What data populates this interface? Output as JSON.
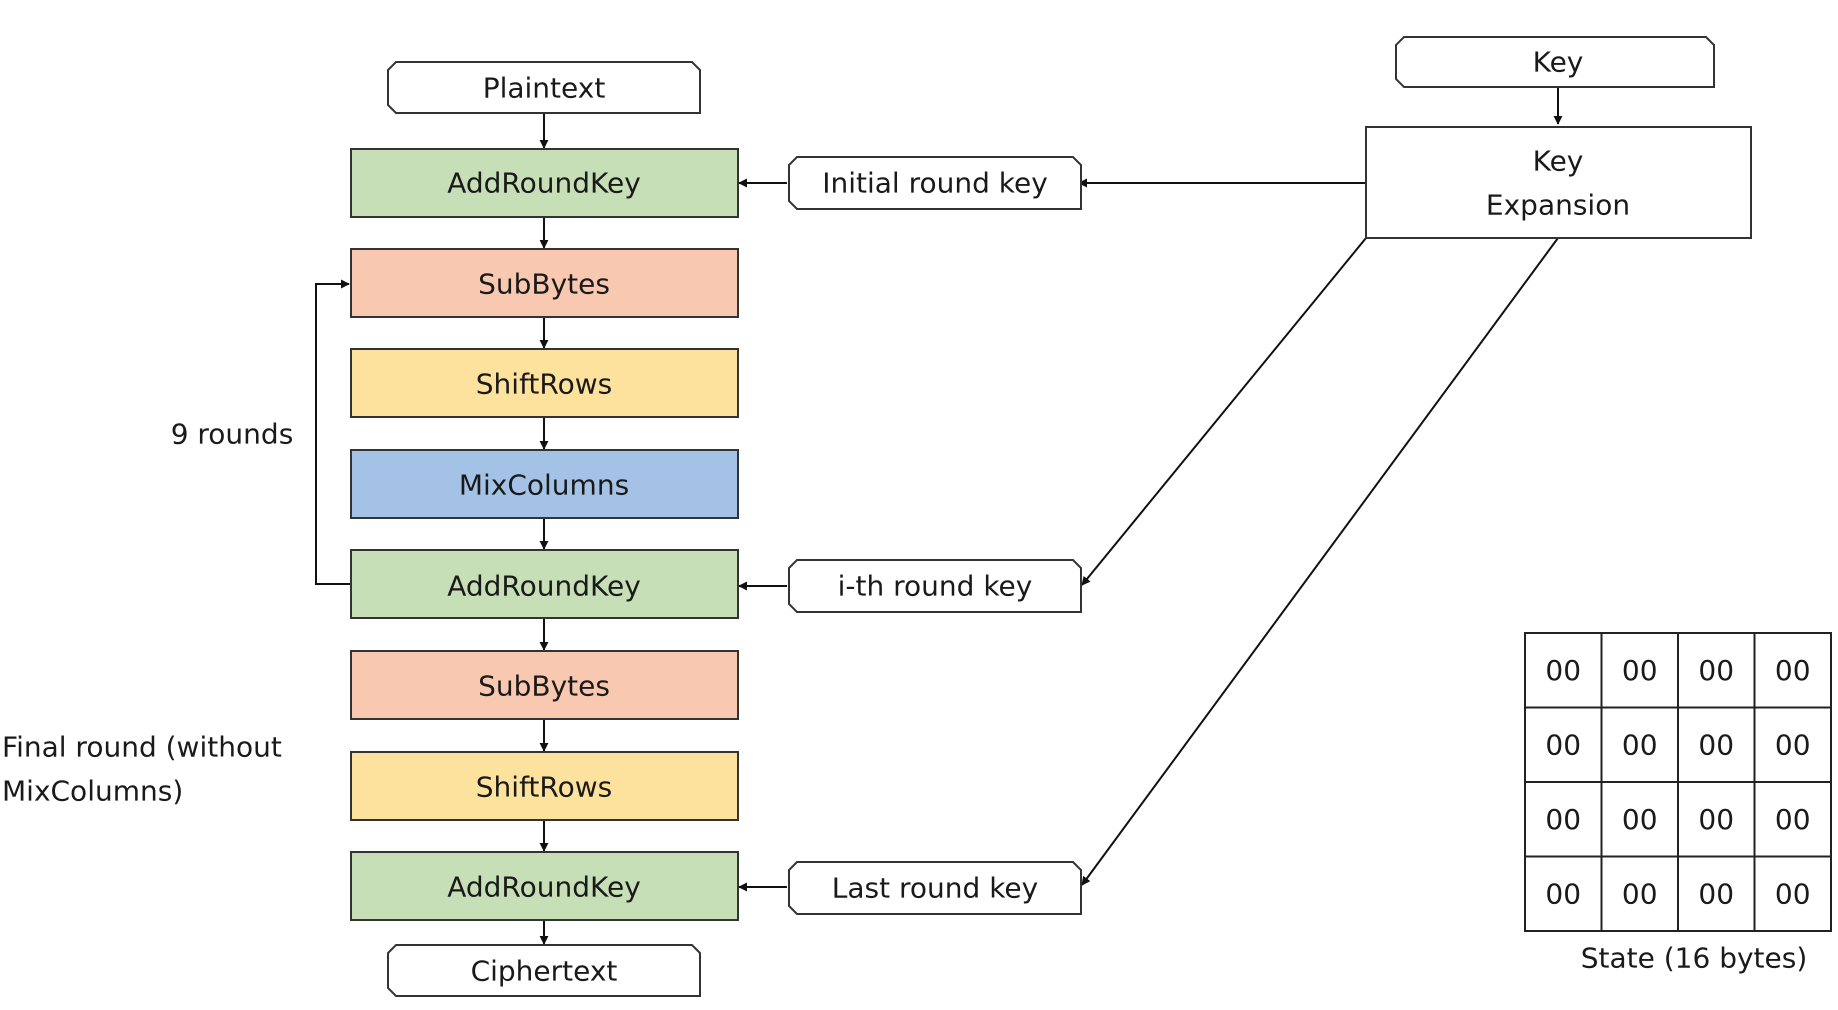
{
  "colors": {
    "addroundkey": "#c6dfb6",
    "subbytes": "#f9c8b0",
    "shiftrows": "#fde29e",
    "mixcolumns": "#a4c2e6"
  },
  "io": {
    "plaintext": "Plaintext",
    "ciphertext": "Ciphertext",
    "key": "Key"
  },
  "key_expansion": {
    "line1": "Key",
    "line2": "Expansion"
  },
  "initial_round": {
    "add_round_key": "AddRoundKey"
  },
  "main_rounds": {
    "sub_bytes": "SubBytes",
    "shift_rows": "ShiftRows",
    "mix_columns": "MixColumns",
    "add_round_key": "AddRoundKey",
    "loop_label": "9 rounds"
  },
  "final_round": {
    "sub_bytes": "SubBytes",
    "shift_rows": "ShiftRows",
    "add_round_key": "AddRoundKey",
    "label_line1": "Final round (without",
    "label_line2": "MixColumns)"
  },
  "round_keys": {
    "initial": "Initial round key",
    "ith": "i-th round key",
    "last": "Last round key"
  },
  "state": {
    "caption": "State (16 bytes)",
    "rows": [
      [
        "00",
        "00",
        "00",
        "00"
      ],
      [
        "00",
        "00",
        "00",
        "00"
      ],
      [
        "00",
        "00",
        "00",
        "00"
      ],
      [
        "00",
        "00",
        "00",
        "00"
      ]
    ]
  }
}
